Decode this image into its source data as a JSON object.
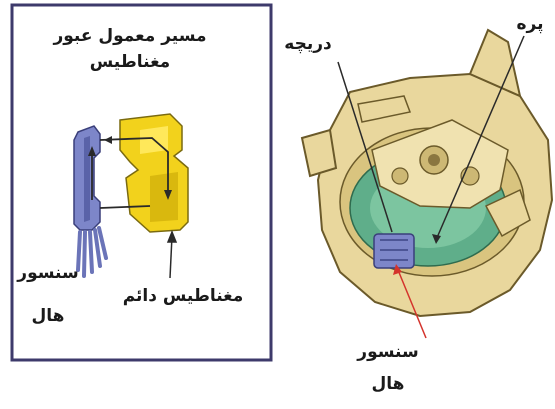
{
  "inset": {
    "title_line1": "مسیر معمول عبور",
    "title_line2": "مغناطیس",
    "hall_sensor_line1": "سنسور",
    "hall_sensor_line2": "هال",
    "magnet_label": "مغناطیس دائم"
  },
  "main": {
    "window_label": "دریچه",
    "vane_label": "پره",
    "hall_sensor_line1": "سنسور",
    "hall_sensor_line2": "هال"
  },
  "colors": {
    "frame": "#3d3a6b",
    "magnet_yellow": "#f2d21c",
    "sensor_blue": "#7d86c9",
    "body_cream": "#e9d79d",
    "rotor_green": "#5fae8a",
    "leader_red": "#d4332c"
  }
}
